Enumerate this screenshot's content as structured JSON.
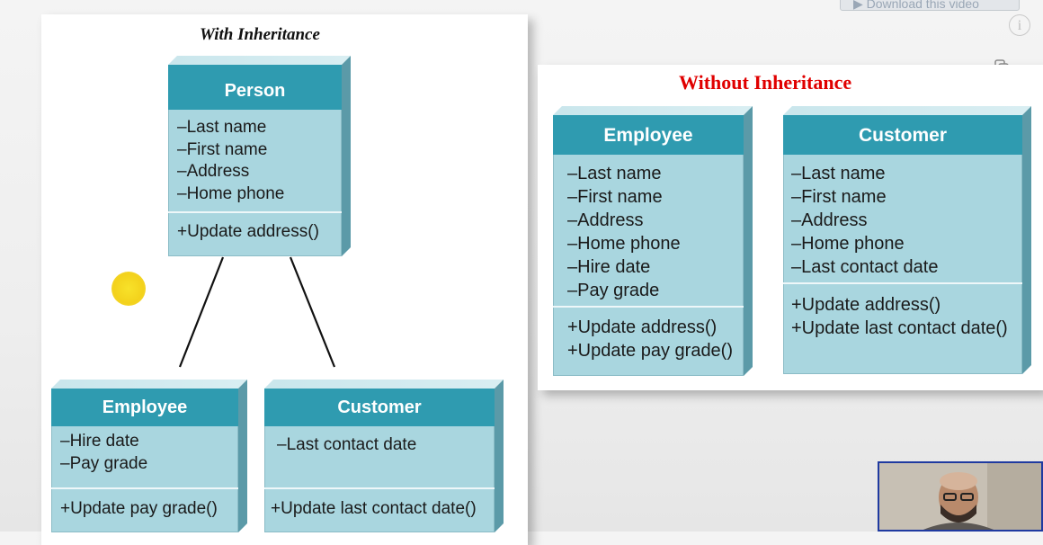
{
  "top_bar": {
    "download_label": "▶ Download this video"
  },
  "with_panel": {
    "title": "With Inheritance",
    "person": {
      "name": "Person",
      "attributes": [
        "–Last name",
        "–First name",
        "–Address",
        "–Home phone"
      ],
      "operations": [
        "+Update address()"
      ]
    },
    "employee": {
      "name": "Employee",
      "attributes": [
        "–Hire date",
        "–Pay grade"
      ],
      "operations": [
        "+Update pay grade()"
      ]
    },
    "customer": {
      "name": "Customer",
      "attributes": [
        "–Last contact date"
      ],
      "operations": [
        "+Update last contact date()"
      ]
    }
  },
  "without_panel": {
    "title": "Without Inheritance",
    "employee": {
      "name": "Employee",
      "attributes": [
        "–Last name",
        "–First name",
        "–Address",
        "–Home phone",
        "–Hire date",
        "–Pay grade"
      ],
      "operations": [
        "+Update address()",
        "+Update pay grade()"
      ]
    },
    "customer": {
      "name": "Customer",
      "attributes": [
        "–Last name",
        "–First name",
        "–Address",
        "–Home phone",
        "–Last contact date"
      ],
      "operations": [
        "+Update address()",
        "+Update last contact date()"
      ]
    }
  },
  "icons": {
    "info": "info-icon",
    "copy": "copy-icon"
  },
  "colors": {
    "header": "#2f9bb0",
    "body": "#a9d6df",
    "without_title": "#e00000"
  }
}
